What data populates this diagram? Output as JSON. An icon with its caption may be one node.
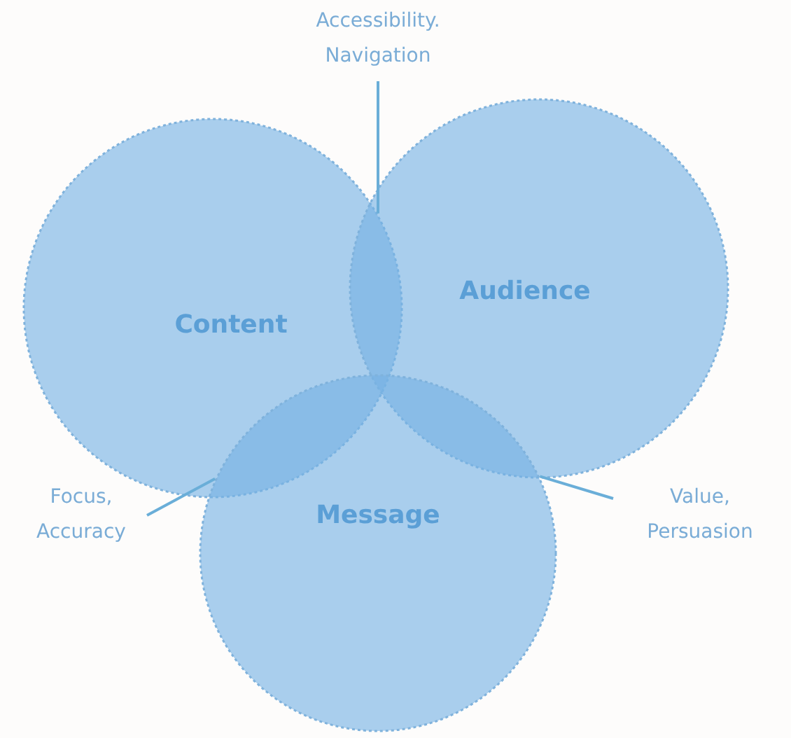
{
  "diagram": {
    "nodes": [
      {
        "text": [
          "Content"
        ]
      },
      {
        "text": [
          "Audience"
        ]
      },
      {
        "text": [
          "Message"
        ]
      },
      {
        "text": [
          "Accessibility. Navigation"
        ]
      },
      {
        "text": [
          "Focus, Accuracy"
        ]
      },
      {
        "text": [
          "Value, Persuasion"
        ]
      }
    ],
    "edges": [
      {
        "from": 3,
        "to": 0,
        "arrow": "none"
      },
      {
        "from": 4,
        "to": 2,
        "arrow": "none"
      },
      {
        "from": 5,
        "to": 2,
        "arrow": "none"
      }
    ]
  }
}
